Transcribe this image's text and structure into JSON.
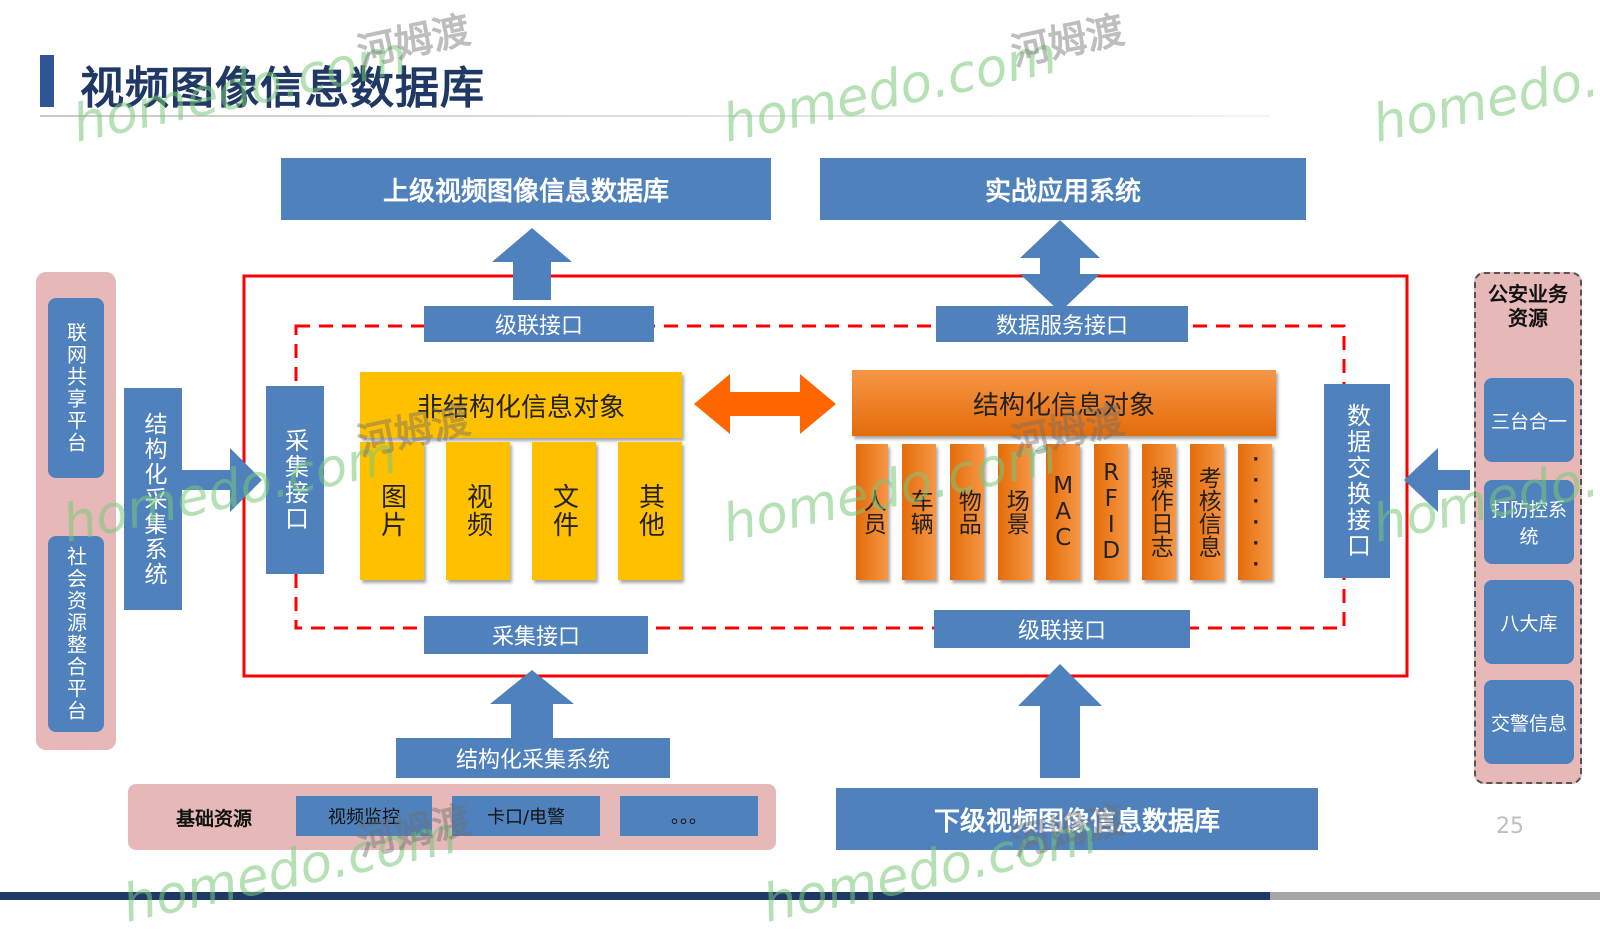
{
  "title": "视频图像信息数据库",
  "top": {
    "upper_db": "上级视频图像信息数据库",
    "combat_system": "实战应用系统"
  },
  "interfaces": {
    "cascade_top": "级联接口",
    "data_service": "数据服务接口",
    "collect_left": "采集接口",
    "data_exchange": "数据交换接口",
    "collect_bottom": "采集接口",
    "cascade_bottom": "级联接口"
  },
  "unstructured": {
    "title": "非结构化信息对象",
    "items": [
      "图片",
      "视频",
      "文件",
      "其他"
    ]
  },
  "structured": {
    "title": "结构化信息对象",
    "items": [
      "人员",
      "车辆",
      "物品",
      "场景",
      "MAC",
      "RFID",
      "操作日志",
      "考核信息",
      "······"
    ]
  },
  "left": {
    "items": [
      "联网共享平台",
      "社会资源整合平台"
    ],
    "collect_system": "结构化采集系统"
  },
  "right": {
    "title": "公安业务资源",
    "items": [
      "三台合一",
      "打防控系统",
      "八大库",
      "交警信息"
    ]
  },
  "bottom": {
    "collect_system": "结构化采集系统",
    "base_label": "基础资源",
    "base_items": [
      "视频监控",
      "卡口/电警",
      "。。。"
    ],
    "lower_db": "下级视频图像信息数据库"
  },
  "page_number": "25",
  "watermark": {
    "brand": "homedo.com",
    "cn": "河姆渡"
  },
  "colors": {
    "blue": "#4f81bd",
    "yellow": "#ffc000",
    "orange": "#f79646",
    "red_border": "#ff0000",
    "pink": "#e6b9b8",
    "footer": "#1f3864"
  }
}
